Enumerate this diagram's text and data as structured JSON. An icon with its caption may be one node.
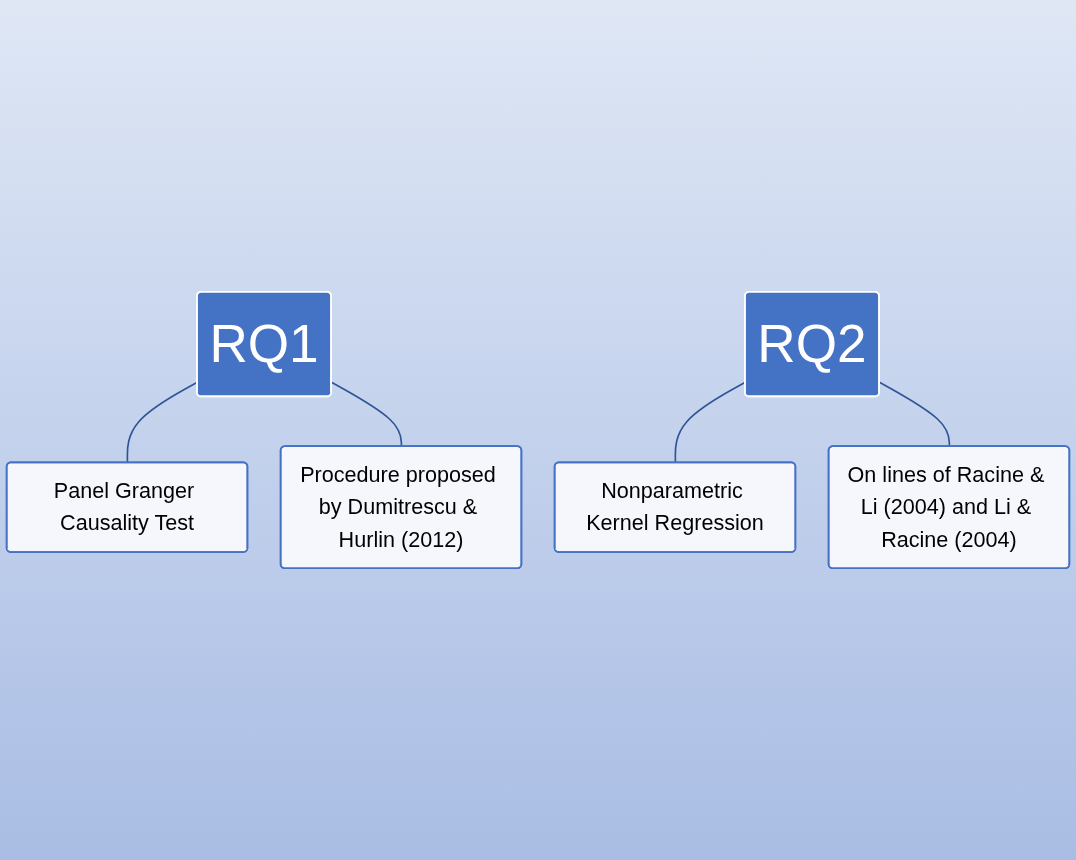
{
  "diagram": {
    "nodes": [
      {
        "text": [
          "RQ1"
        ]
      },
      {
        "text": [
          "Panel Granger Causality Test"
        ]
      },
      {
        "text": [
          "Procedure proposed by Dumitrescu & Hurlin (2012)"
        ]
      },
      {
        "text": [
          "RQ2"
        ]
      },
      {
        "text": [
          "Nonparametric Kernel Regression"
        ]
      },
      {
        "text": [
          "On lines of Racine & Li (2004) and Li & Racine (2004)"
        ]
      }
    ],
    "edges": [
      {
        "from": 0,
        "to": 1,
        "arrow": "none"
      },
      {
        "from": 0,
        "to": 2,
        "arrow": "none"
      },
      {
        "from": 3,
        "to": 4,
        "arrow": "none"
      },
      {
        "from": 3,
        "to": 5,
        "arrow": "none"
      }
    ]
  }
}
